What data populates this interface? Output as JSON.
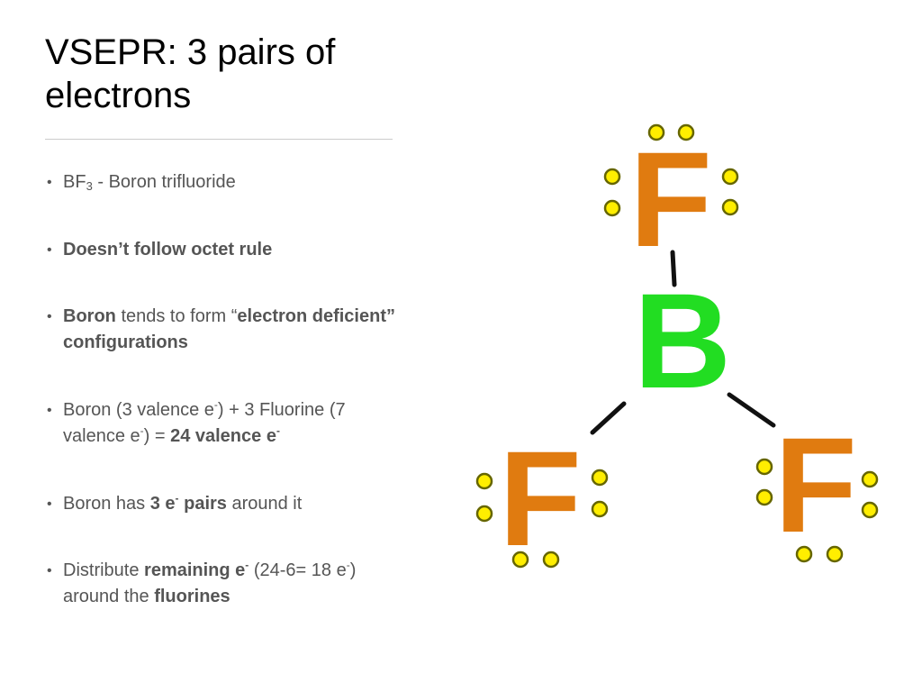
{
  "slide": {
    "title": "VSEPR: 3 pairs of electrons"
  },
  "bullets": {
    "b1": {
      "t1": "BF",
      "t2": "3",
      "t3": " - Boron trifluoride"
    },
    "b2": {
      "t1": "Doesn’t follow octet rule"
    },
    "b3": {
      "t1": "Boron",
      "t2": " tends to form “",
      "t3": "electron deficient” configurations"
    },
    "b4": {
      "t1": "Boron (3 valence e",
      "t2": "-",
      "t3": ") + 3 Fluorine (7 valence e",
      "t4": "-",
      "t5": ") = ",
      "t6": "24 valence e",
      "t7": "-"
    },
    "b5": {
      "t1": "Boron has ",
      "t2": "3 e",
      "t3": "-",
      "t4": " pairs",
      "t5": " around it"
    },
    "b6": {
      "t1": "Distribute ",
      "t2": "remaining e",
      "t3": "-",
      "t4": " (24-6= 18 e",
      "t5": "-",
      "t6": ") around the ",
      "t7": "fluorines"
    }
  },
  "diagram": {
    "central_atom": "B",
    "outer_atom_top": "F",
    "outer_atom_left": "F",
    "outer_atom_right": "F",
    "colors": {
      "boron": "#22dd22",
      "fluorine": "#e07b10",
      "electron_fill": "#ffee00",
      "electron_stroke": "#666600",
      "bond": "#111111"
    }
  }
}
